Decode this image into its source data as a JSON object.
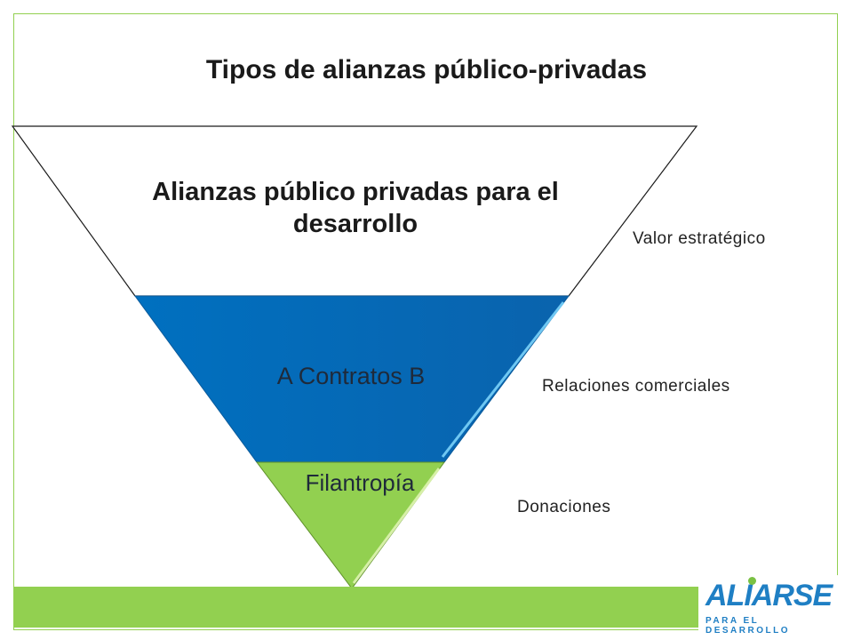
{
  "slide": {
    "title": "Tipos de alianzas público-privadas"
  },
  "funnel": {
    "layers": [
      {
        "label": "Alianzas público privadas para el desarrollo",
        "color": "#ffffff"
      },
      {
        "label": "A Contratos B",
        "color": "#0070c0"
      },
      {
        "label": "Filantropía",
        "color": "#92d050"
      }
    ]
  },
  "side_labels": {
    "top": "Valor estratégico",
    "middle": "Relaciones comerciales",
    "bottom": "Donaciones"
  },
  "colors": {
    "accent_green": "#92d050",
    "accent_blue": "#0070c0"
  },
  "logo": {
    "name": "ALIARSE",
    "tagline": "PARA EL DESARROLLO"
  }
}
